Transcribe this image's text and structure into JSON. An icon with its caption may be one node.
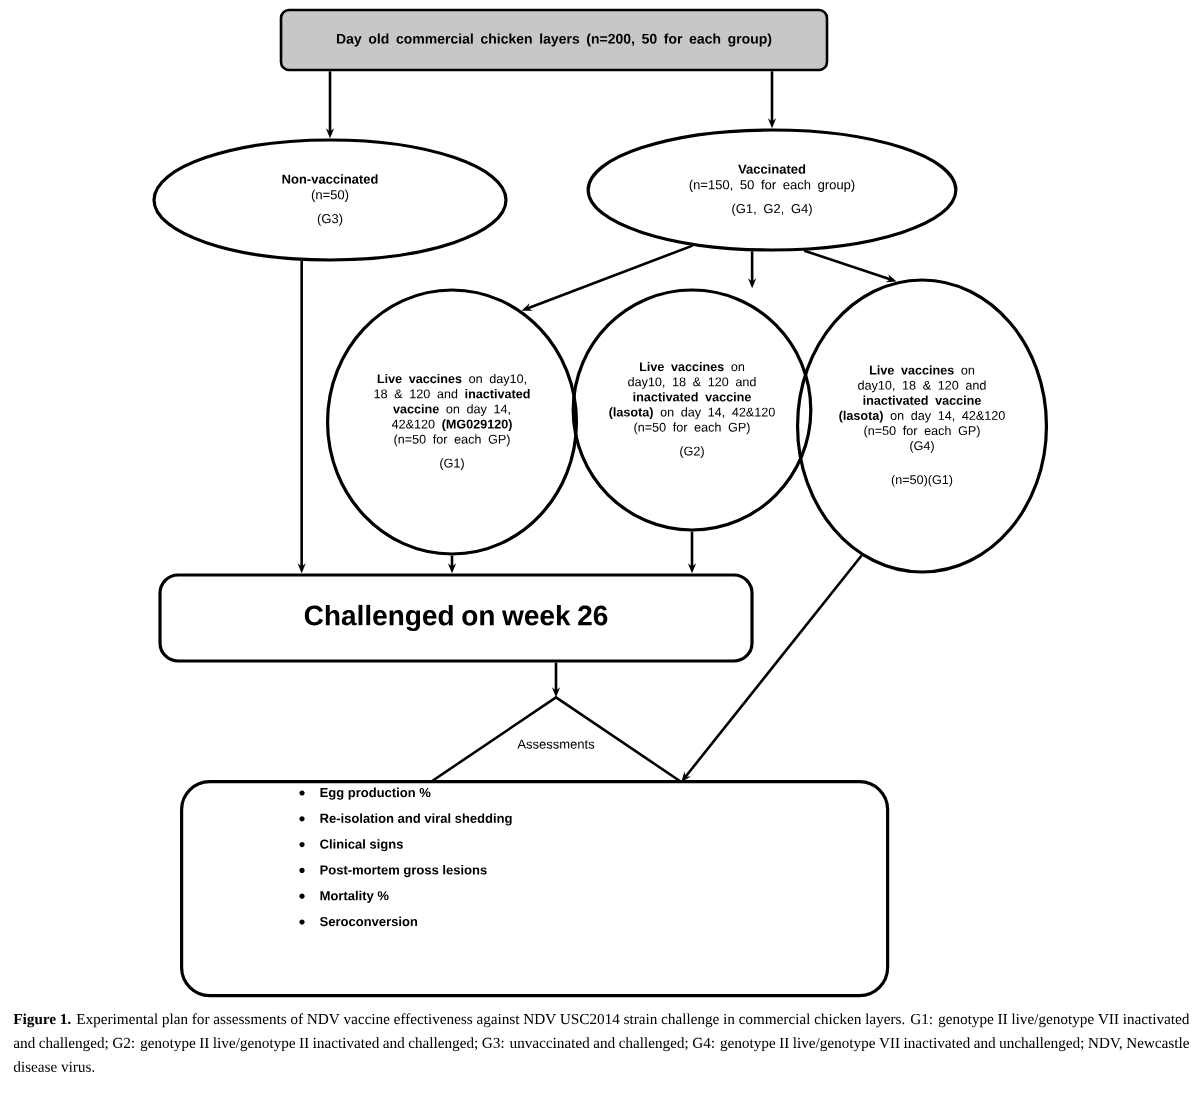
{
  "diagram": {
    "caption": "**Figure 1.** Experimental plan for assessments of NDV vaccine effectiveness against NDV USC2014 strain challenge in commercial chicken layers. G1: genotype II live/genotype VII inactivated and challenged; G2: genotype II live/genotype II inactivated and challenged; G3: unvaccinated and challenged; G4: genotype II live/genotype VII inactivated and unchallenged; NDV, Newcastle disease virus.",
    "nodes": [
      {
        "text": [
          "Day old commercial chicken layers (n=200, 50 for each group)"
        ]
      },
      {
        "text": [
          "**Non-vaccinated**",
          "(n=50)",
          "(G3)"
        ]
      },
      {
        "text": [
          "**Vaccinated**",
          "(n=150, 50 for each group)",
          "(G1, G2, G4)"
        ]
      },
      {
        "text": [
          "**Live vaccines** on day10, 18 & 120 and **inactivated vaccine** on day 14, 42&120 **(MG029120)**",
          "(n=50 for each GP)",
          "(G1)"
        ]
      },
      {
        "text": [
          "**Live vaccines** on day10, 18 & 120 and **inactivated vaccine (lasota)** on day 14, 42&120",
          "(n=50 for each GP)",
          "(G2)"
        ]
      },
      {
        "text": [
          "**Live vaccines** on day10, 18 & 120 and **inactivated vaccine (lasota)** on day 14, 42&120",
          "(n=50 for each GP)",
          "(G4)",
          "(n=50)(G1)"
        ]
      },
      {
        "text": [
          "Challenged on week 26"
        ]
      },
      {
        "text": [
          "Assessments"
        ]
      },
      {
        "text": [
          "Egg production %",
          "Re-isolation and viral shedding",
          "Clinical signs",
          "Post-mortem gross lesions",
          "Mortality %",
          "Seroconversion"
        ]
      }
    ],
    "edges": [
      {
        "from": 0,
        "to": 1,
        "arrow": "to"
      },
      {
        "from": 0,
        "to": 2,
        "arrow": "to"
      },
      {
        "from": 1,
        "to": 6,
        "arrow": "to"
      },
      {
        "from": 2,
        "to": 3,
        "arrow": "to"
      },
      {
        "from": 2,
        "to": 4,
        "arrow": "to"
      },
      {
        "from": 2,
        "to": 5,
        "arrow": "to"
      },
      {
        "from": 3,
        "to": 6,
        "arrow": "to"
      },
      {
        "from": 4,
        "to": 6,
        "arrow": "to"
      },
      {
        "from": 6,
        "to": 7,
        "arrow": "to"
      },
      {
        "from": 5,
        "to": 8,
        "arrow": "to"
      }
    ]
  }
}
